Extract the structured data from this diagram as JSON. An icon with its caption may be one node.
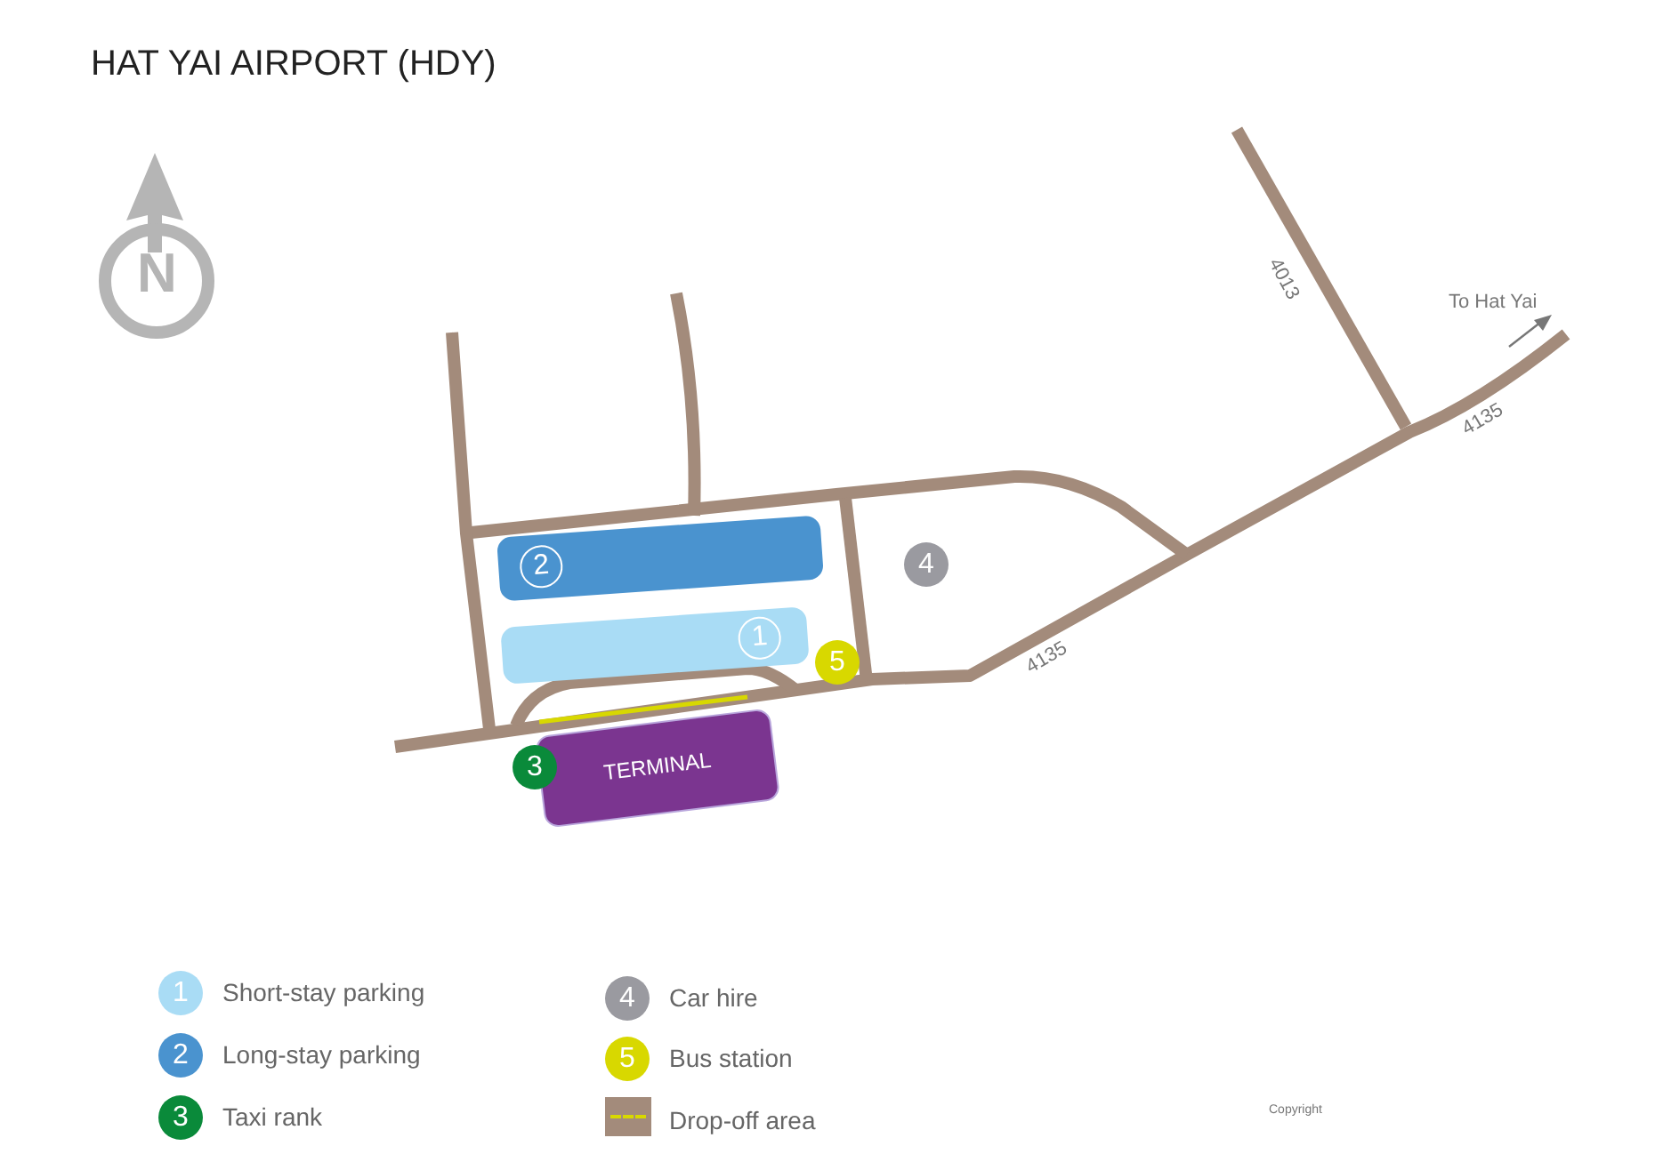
{
  "diagram": {
    "title": "HAT YAI AIRPORT (HDY)",
    "nodes": [
      {
        "text": [
          "2"
        ]
      },
      {
        "text": [
          "1"
        ]
      },
      {
        "text": [
          "TERMINAL"
        ]
      }
    ],
    "edges": [],
    "labels": [
      "N",
      "4013",
      "To Hat Yai",
      "4135",
      "4",
      "5",
      "4135",
      "3",
      "1",
      "2",
      "3",
      "4",
      "5",
      "Copyright"
    ],
    "legend": [
      {
        "text": "Short-stay parking",
        "color": "#a9dcf5"
      },
      {
        "text": "Long-stay parking",
        "color": "#4a93cf"
      },
      {
        "text": "Taxi rank",
        "color": "#0a8a3a"
      },
      {
        "text": "Car hire",
        "color": "#9a9aa0"
      },
      {
        "text": "Bus station",
        "color": "#d8d800"
      },
      {
        "text": "Drop-off area"
      }
    ]
  }
}
